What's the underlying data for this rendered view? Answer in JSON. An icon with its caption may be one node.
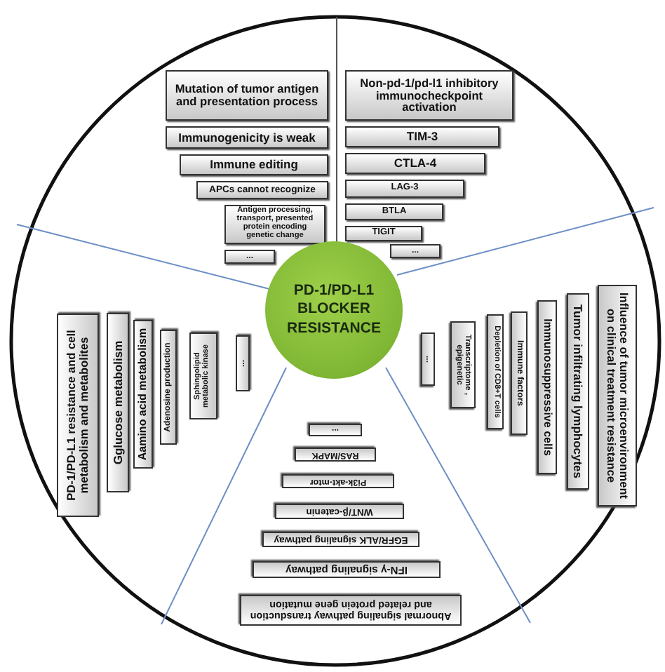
{
  "diagram": {
    "nodes": [
      {
        "text": [
          "Mutation of tumor antigen and presentation process"
        ]
      },
      {
        "text": [
          "Immunogenicity is weak"
        ]
      },
      {
        "text": [
          "Immune editing"
        ]
      },
      {
        "text": [
          "APCs cannot recognize"
        ]
      },
      {
        "text": [
          "Antigen processing, transport, presented protein encoding genetic change"
        ]
      },
      {
        "text": [
          "..."
        ]
      },
      {
        "text": [
          "Non-pd-1/pd-l1 inhibitory immunocheckpoint activation"
        ]
      },
      {
        "text": [
          "TIM-3"
        ]
      },
      {
        "text": [
          "CTLA-4"
        ]
      },
      {
        "text": [
          "LAG-3"
        ]
      },
      {
        "text": [
          "BTLA"
        ]
      },
      {
        "text": [
          "TIGIT"
        ]
      },
      {
        "text": [
          "..."
        ]
      },
      {
        "text": [
          "PD-1/PD-L1 BLOCKER RESISTANCE"
        ]
      },
      {
        "text": [
          "PD-1/PD-L1 resistance and cell metabolism and metabolites"
        ]
      },
      {
        "text": [
          "Gglucose metabolism"
        ]
      },
      {
        "text": [
          "Aamino acid metabolism"
        ]
      },
      {
        "text": [
          "Adenosine production"
        ]
      },
      {
        "text": [
          "Sphingolipid metabolic kinase"
        ]
      },
      {
        "text": [
          "..."
        ]
      },
      {
        "text": [
          "Influence of tumor microenvironment on clinical treatment resistance"
        ]
      },
      {
        "text": [
          "Tumor infiltrating lymphocytes"
        ]
      },
      {
        "text": [
          "Immunosuppressive cells"
        ]
      },
      {
        "text": [
          "Immune factors"
        ]
      },
      {
        "text": [
          "Depletion of CD8+T cells"
        ]
      },
      {
        "text": [
          "Transcriptome , epigenetic"
        ]
      },
      {
        "text": [
          "..."
        ]
      },
      {
        "text": [
          "Abnormal signaling pathway transduction and related protein gene mutation"
        ]
      },
      {
        "text": [
          "IFN-γ signaling pathway"
        ]
      },
      {
        "text": [
          "EGFR/ALK signaling pathway"
        ]
      },
      {
        "text": [
          "WNT/β-catenin"
        ]
      },
      {
        "text": [
          "Pi3k-akt-mtor"
        ]
      },
      {
        "text": [
          "RAS/MAPK"
        ]
      },
      {
        "text": [
          "..."
        ]
      }
    ]
  }
}
